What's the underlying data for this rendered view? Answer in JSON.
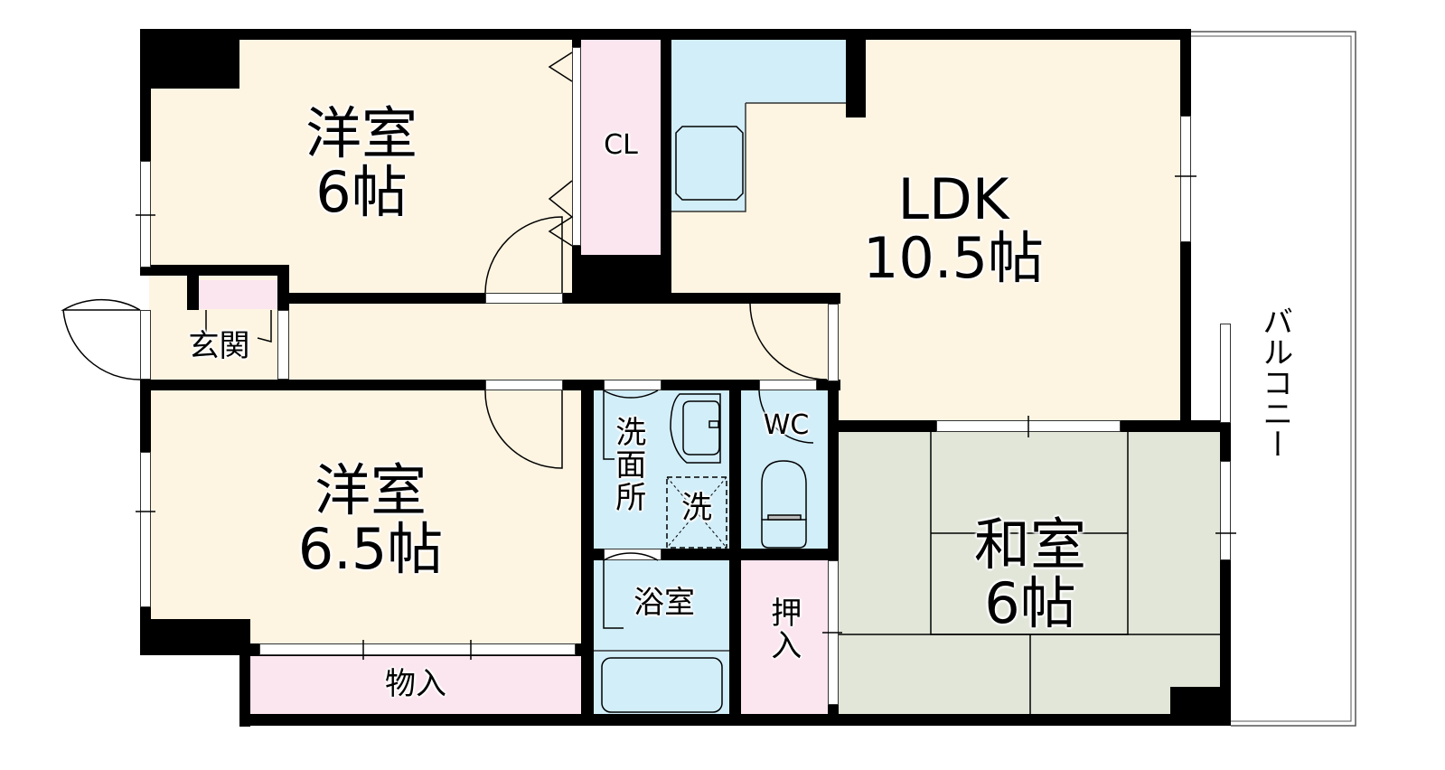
{
  "floorplan": {
    "rooms": {
      "western_room_1": {
        "name": "洋室",
        "size": "6帖"
      },
      "closet": {
        "name": "CL"
      },
      "ldk": {
        "name": "LDK",
        "size": "10.5帖"
      },
      "entrance": {
        "name": "玄関"
      },
      "western_room_2": {
        "name": "洋室",
        "size": "6.5帖"
      },
      "washroom": {
        "name": "洗面所"
      },
      "washer_space": {
        "name": "洗"
      },
      "toilet": {
        "name": "WC"
      },
      "bathroom": {
        "name": "浴室"
      },
      "storage": {
        "name": "物入"
      },
      "oshiire": {
        "name": "押入"
      },
      "japanese_room": {
        "name": "和室",
        "size": "6帖"
      },
      "balcony": {
        "name": "バルコニー"
      }
    },
    "colors": {
      "wall": "#000000",
      "floor_beige": "#fdf5e2",
      "storage_pink": "#fbe5ef",
      "wet_area_blue": "#d2eef9",
      "tatami_green": "#e1e6d9"
    }
  }
}
